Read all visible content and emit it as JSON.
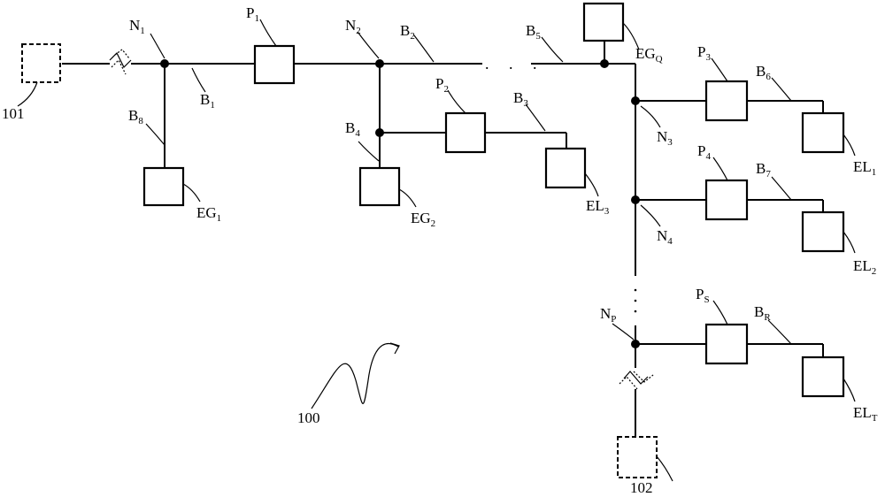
{
  "diagram": {
    "reference": "100",
    "terminals": {
      "source": "101",
      "sink": "102"
    },
    "nodes": [
      {
        "base": "N",
        "sub": "1"
      },
      {
        "base": "N",
        "sub": "2"
      },
      {
        "base": "N",
        "sub": "3"
      },
      {
        "base": "N",
        "sub": "4"
      },
      {
        "base": "N",
        "sub": "P"
      }
    ],
    "branches": [
      {
        "base": "B",
        "sub": "1"
      },
      {
        "base": "B",
        "sub": "2"
      },
      {
        "base": "B",
        "sub": "3"
      },
      {
        "base": "B",
        "sub": "4"
      },
      {
        "base": "B",
        "sub": "5"
      },
      {
        "base": "B",
        "sub": "6"
      },
      {
        "base": "B",
        "sub": "7"
      },
      {
        "base": "B",
        "sub": "8"
      },
      {
        "base": "B",
        "sub": "R"
      }
    ],
    "processors": [
      {
        "base": "P",
        "sub": "1"
      },
      {
        "base": "P",
        "sub": "2"
      },
      {
        "base": "P",
        "sub": "3"
      },
      {
        "base": "P",
        "sub": "4"
      },
      {
        "base": "P",
        "sub": "S"
      }
    ],
    "generators": [
      {
        "base": "EG",
        "sub": "1"
      },
      {
        "base": "EG",
        "sub": "2"
      },
      {
        "base": "EG",
        "sub": "Q"
      }
    ],
    "loads": [
      {
        "base": "EL",
        "sub": "1"
      },
      {
        "base": "EL",
        "sub": "2"
      },
      {
        "base": "EL",
        "sub": "3"
      },
      {
        "base": "EL",
        "sub": "T"
      }
    ],
    "ellipsis": ". . ."
  }
}
